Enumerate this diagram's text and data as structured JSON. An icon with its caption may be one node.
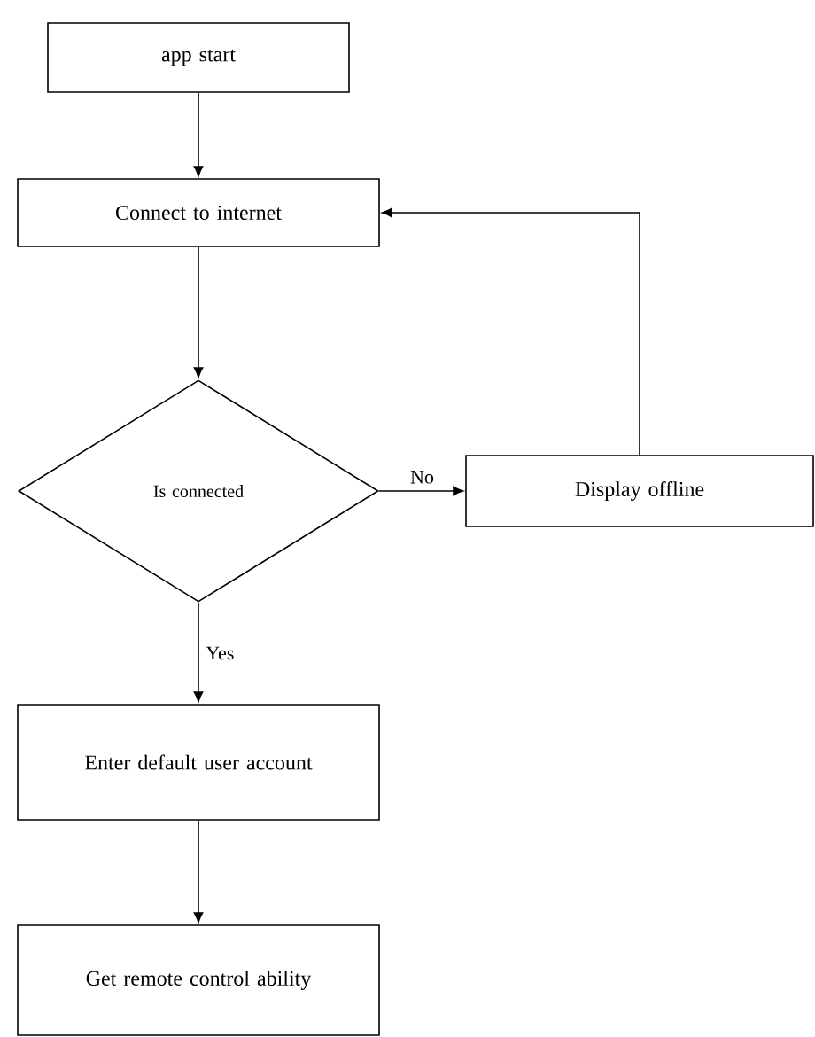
{
  "diagram": {
    "nodes": [
      {
        "text": [
          "app start"
        ]
      },
      {
        "text": [
          "Connect to internet"
        ]
      },
      {
        "text": [
          "Is connected"
        ]
      },
      {
        "text": [
          "Display offline"
        ]
      },
      {
        "text": [
          "Enter default user account"
        ]
      },
      {
        "text": [
          "Get remote control ability"
        ]
      }
    ],
    "edges": [
      {
        "from": 0,
        "to": 1,
        "arrow": "to"
      },
      {
        "from": 1,
        "to": 2,
        "arrow": "to"
      },
      {
        "from": 2,
        "to": 3,
        "arrow": "to",
        "label": "No"
      },
      {
        "from": 3,
        "to": 1,
        "arrow": "to"
      },
      {
        "from": 2,
        "to": 4,
        "arrow": "to",
        "label": "Yes"
      },
      {
        "from": 4,
        "to": 5,
        "arrow": "to"
      }
    ]
  }
}
